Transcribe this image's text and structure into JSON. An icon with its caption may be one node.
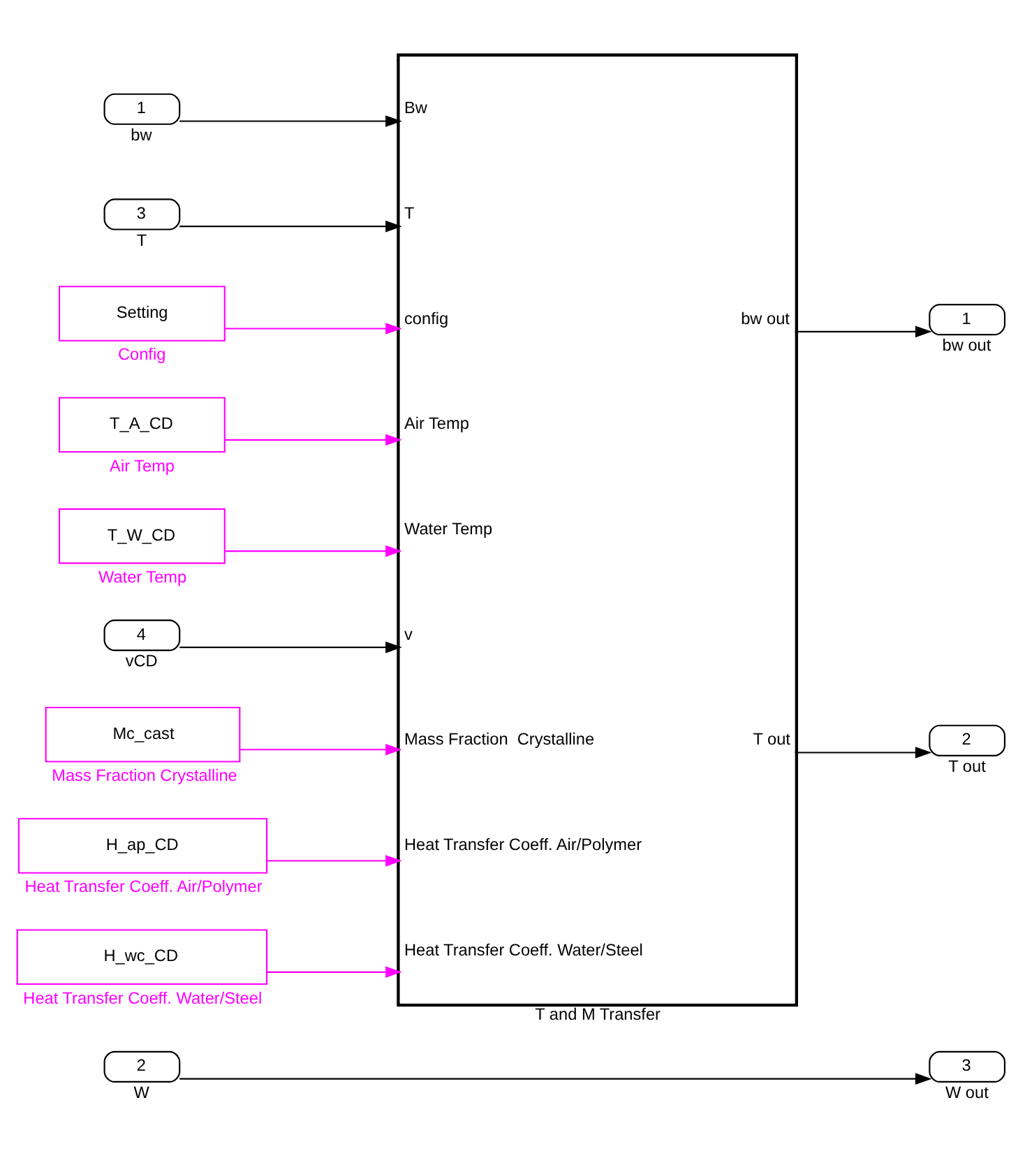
{
  "diagram": {
    "nodes": [
      {
        "text": [
          "2"
        ],
        "beside": [
          "W"
        ]
      },
      {
        "text": [
          "3"
        ],
        "beside": [
          "W out"
        ]
      },
      {
        "text": [
          "1"
        ],
        "beside": [
          "bw"
        ]
      },
      {
        "text": [
          "3"
        ],
        "beside": [
          "T"
        ]
      },
      {
        "text": [
          "Setting"
        ],
        "beside": [
          "Config"
        ]
      },
      {
        "text": [
          "T_A_CD"
        ],
        "beside": [
          "Air Temp"
        ]
      },
      {
        "text": [
          "T_W_CD"
        ],
        "beside": [
          "Water Temp"
        ]
      },
      {
        "text": [
          "4"
        ],
        "beside": [
          "vCD"
        ]
      },
      {
        "text": [
          "Mc_cast"
        ],
        "beside": [
          "Mass Fraction Crystalline"
        ]
      },
      {
        "text": [
          "H_ap_CD"
        ],
        "beside": [
          "Heat Transfer Coeff. Air/Polymer"
        ]
      },
      {
        "text": [
          "H_wc_CD"
        ],
        "beside": [
          "Heat Transfer Coeff. Water/Steel"
        ]
      },
      {
        "text": [
          "Bw",
          "T",
          "config",
          "Air Temp",
          "Water Temp",
          "v",
          "Mass Fraction  Crystalline",
          "Heat Transfer Coeff. Air/Polymer",
          "Heat Transfer Coeff. Water/Steel",
          "bw out",
          "T out"
        ],
        "beside": [
          "T and M Transfer"
        ]
      },
      {
        "text": [
          "1"
        ],
        "beside": [
          "bw out"
        ]
      },
      {
        "text": [
          "2"
        ],
        "beside": [
          "T out"
        ]
      }
    ],
    "edges": [
      {
        "from": 0,
        "to": 1,
        "arrow": "to"
      },
      {
        "from": 2,
        "to": 11,
        "arrow": "to"
      },
      {
        "from": 3,
        "to": 11,
        "arrow": "to"
      },
      {
        "from": 4,
        "to": 11,
        "arrow": "to",
        "color": "#ff00ff"
      },
      {
        "from": 5,
        "to": 11,
        "arrow": "to",
        "color": "#ff00ff"
      },
      {
        "from": 6,
        "to": 11,
        "arrow": "to",
        "color": "#ff00ff"
      },
      {
        "from": 7,
        "to": 11,
        "arrow": "to"
      },
      {
        "from": 8,
        "to": 11,
        "arrow": "to",
        "color": "#ff00ff"
      },
      {
        "from": 9,
        "to": 11,
        "arrow": "to",
        "color": "#ff00ff"
      },
      {
        "from": 10,
        "to": 11,
        "arrow": "to",
        "color": "#ff00ff"
      },
      {
        "from": 11,
        "to": 12,
        "arrow": "to"
      },
      {
        "from": 11,
        "to": 13,
        "arrow": "to"
      }
    ]
  }
}
